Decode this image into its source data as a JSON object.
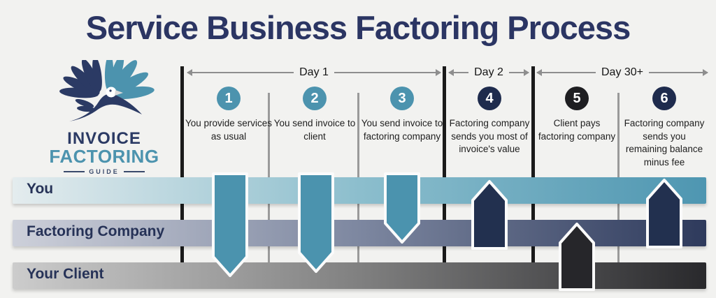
{
  "title": "Service Business Factoring Process",
  "logo": {
    "line1": "INVOICE",
    "line2": "FACTORING",
    "line3": "GUIDE",
    "icon": "eagle-logo"
  },
  "timeline": {
    "days": [
      {
        "label": "Day 1"
      },
      {
        "label": "Day 2"
      },
      {
        "label": "Day 30+"
      }
    ]
  },
  "steps": [
    {
      "number": "1",
      "text": "You provide services as usual",
      "circle_color": "#4c93ae"
    },
    {
      "number": "2",
      "text": "You send invoice to client",
      "circle_color": "#4c93ae"
    },
    {
      "number": "3",
      "text": "You send invoice to factoring company",
      "circle_color": "#4c93ae"
    },
    {
      "number": "4",
      "text": "Factoring company sends you most of invoice's value",
      "circle_color": "#1e2b4d"
    },
    {
      "number": "5",
      "text": "Client pays factoring company",
      "circle_color": "#1e1e21"
    },
    {
      "number": "6",
      "text": "Factoring company sends you remaining balance minus fee",
      "circle_color": "#1e2b4d"
    }
  ],
  "lanes": [
    {
      "label": "You",
      "gradient_start": "#e4ecee",
      "gradient_end": "#4e96b1"
    },
    {
      "label": "Factoring Company",
      "gradient_start": "#cdd0da",
      "gradient_end": "#2e3a5c"
    },
    {
      "label": "Your Client",
      "gradient_start": "#cccccc",
      "gradient_end": "#29292c"
    }
  ],
  "flow_arrows": [
    {
      "step": "1",
      "direction": "down",
      "from_lane": "You",
      "to_lane": "Your Client",
      "color": "#4b93ae"
    },
    {
      "step": "2",
      "direction": "down",
      "from_lane": "You",
      "to_lane": "Your Client",
      "color": "#4b93ae"
    },
    {
      "step": "3",
      "direction": "down",
      "from_lane": "You",
      "to_lane": "Factoring Company",
      "color": "#4b93ae"
    },
    {
      "step": "4",
      "direction": "up",
      "from_lane": "Factoring Company",
      "to_lane": "You",
      "color": "#22304f"
    },
    {
      "step": "5",
      "direction": "up",
      "from_lane": "Your Client",
      "to_lane": "Factoring Company",
      "color": "#26262a"
    },
    {
      "step": "6",
      "direction": "up",
      "from_lane": "Factoring Company",
      "to_lane": "You",
      "color": "#22304f"
    }
  ],
  "colors": {
    "background": "#f2f2f0",
    "title": "#2b3563",
    "teal": "#4c93ae",
    "navy": "#1e2b4d",
    "black": "#1e1e21",
    "day_arrow": "#8e8e8e",
    "lane_label": "#263257"
  }
}
